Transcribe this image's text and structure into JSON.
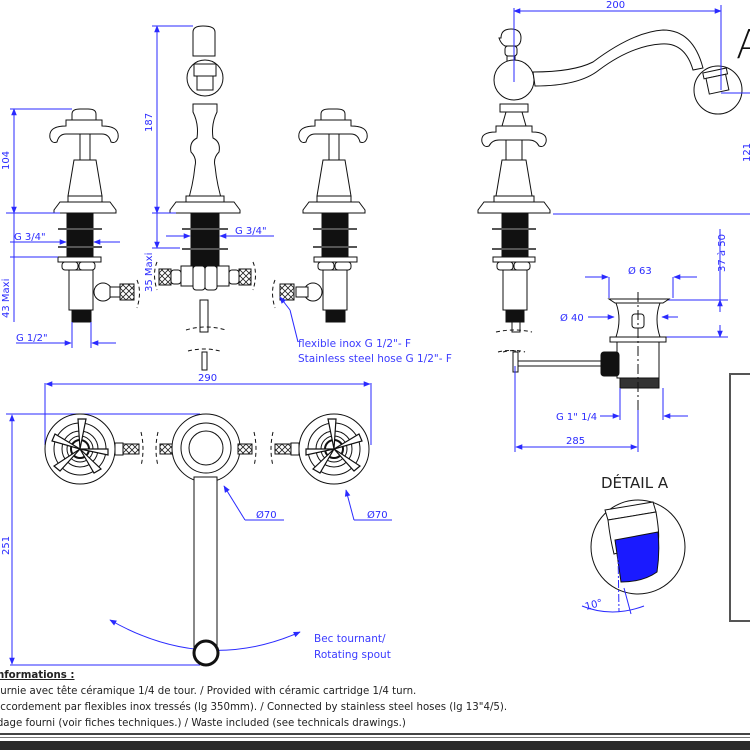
{
  "document": {
    "type": "technical drawing",
    "subject": "three-hole basin mixer with rotating spout and waste",
    "corner_letter": "A"
  },
  "colors": {
    "dimension": "#2a2aff",
    "outline": "#111111",
    "detail_fill": "#1a1aff",
    "footer_bar": "#2b2b2b"
  },
  "dimensions": {
    "handle_height": "104",
    "spout_height": "187",
    "left_thread": "G 3/4\"",
    "center_thread": "G 3/4\"",
    "left_max": "43 Maxi",
    "center_max": "35 Maxi",
    "outlet_thread": "G 1/2\"",
    "spout_reach": "200",
    "spout_right_height": "121",
    "waste_range": "37 à 50",
    "waste_top_diameter": "Ø 63",
    "waste_inner_diameter": "Ø 40",
    "waste_thread": "G 1\" 1/4",
    "waste_rod_length": "285",
    "overall_width": "290",
    "overall_depth": "251",
    "spout_base_diameter": "Ø70",
    "handle_base_diameter": "Ø70",
    "detail_angle": "10°"
  },
  "labels": {
    "hose_fr": "flexible inox G 1/2\"- F",
    "hose_en": "Stainless steel hose G 1/2\"- F",
    "detail_title": "DÉTAIL A",
    "rotating_fr": "Bec tournant/",
    "rotating_en": "Rotating spout"
  },
  "notes": {
    "heading": "nformations :",
    "lines": [
      "ournie avec tête céramique 1/4 de tour. / Provided with céramic cartridge 1/4 turn.",
      "accordement par flexibles inox tressés (lg 350mm). / Connected by stainless steel hoses (lg 13\"4/5).",
      "idage fourni (voir fiches techniques.) / Waste included (see technicals drawings.)"
    ]
  }
}
